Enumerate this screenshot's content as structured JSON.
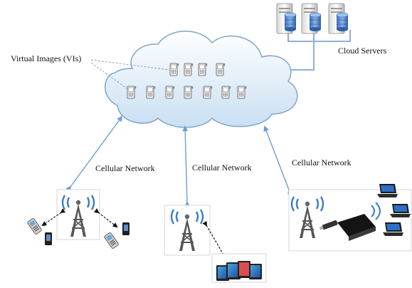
{
  "labels": {
    "virtual_images": "Virtual Images (VIs)",
    "cloud_servers": "Cloud Servers",
    "cellular_left": "Cellular Network",
    "cellular_middle": "Cellular Network",
    "cellular_right": "Cellular Network"
  },
  "colors": {
    "cloud_stroke": "#7fa5c8",
    "cloud_fill_top": "#ffffff",
    "cloud_fill_bottom": "#c9dff2",
    "link_arrow": "#6b9fd1",
    "server_link": "#8fb0d9",
    "antenna_wave": "#3a7cc9",
    "tower": "#555555"
  },
  "icons": {
    "virtual_phone": "phone-icon",
    "server": "server-icon",
    "tower": "cell-tower-icon",
    "phone": "mobile-phone-icon",
    "tablet": "tablet-icon",
    "laptop": "laptop-icon",
    "router": "router-icon",
    "usb_modem": "usb-modem-icon"
  }
}
